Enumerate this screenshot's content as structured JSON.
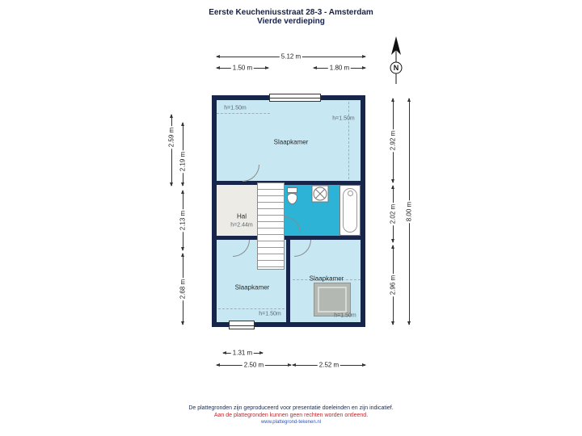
{
  "title": {
    "line1": "Eerste Keucheniusstraat 28-3 - Amsterdam",
    "line2": "Vierde verdieping"
  },
  "compass": {
    "north_label": "N"
  },
  "plan": {
    "rooms": {
      "bedroom_top": {
        "label": "Slaapkamer",
        "height_left": "h=1.50m",
        "height_right": "h=1.50m"
      },
      "hall": {
        "label": "Hal",
        "height": "h=2.44m"
      },
      "bedroom_bottom_left": {
        "label": "Slaapkamer",
        "height": "h=1.50m"
      },
      "bedroom_bottom_right": {
        "label": "Slaapkamer",
        "height": "h=1.50m"
      }
    }
  },
  "dimensions": {
    "top_total": "5.12 m",
    "top_left": "1.50 m",
    "top_right": "1.80 m",
    "left_outer": "2.59 m",
    "left_inner": "2.19 m",
    "left_middle": "2.13 m",
    "left_bottom": "2.68 m",
    "right_top": "2.92 m",
    "right_middle": "2.02 m",
    "right_bottom": "2.96 m",
    "right_total": "8.00 m",
    "bottom_inner": "1.31 m",
    "bottom_left": "2.50 m",
    "bottom_right": "2.52 m"
  },
  "footer": {
    "line1": "De plattegronden zijn geproduceerd voor presentatie doeleinden en zijn indicatief.",
    "line2": "Aan de plattegronden kunnen geen rechten worden ontleend.",
    "line3": "www.plattegrond-tekenen.nl"
  },
  "colors": {
    "wall": "#17254a",
    "room_fill": "#c7e8f3",
    "bathroom_fill": "#2db3d6",
    "hall_floor": "#ecebe5",
    "skylight_gray": "#b3b8b3",
    "disclaimer_red": "#c0272d",
    "disclaimer_blue": "#2a53c0"
  }
}
